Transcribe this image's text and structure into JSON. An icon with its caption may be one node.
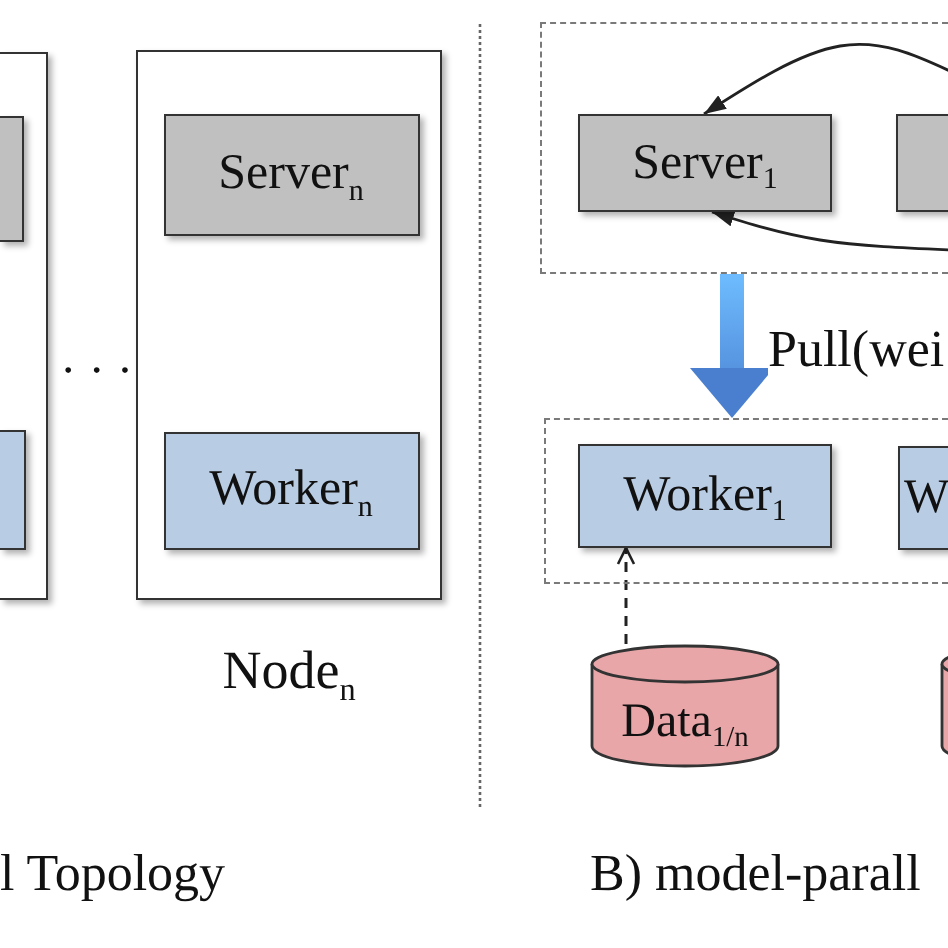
{
  "diagram": {
    "nodes": [
      {
        "text": [],
        "shape": "box"
      },
      {
        "text": [],
        "shape": "box",
        "in": 0
      },
      {
        "text": [],
        "shape": "box",
        "in": 0
      },
      {
        "text": [],
        "shape": "box",
        "beside": [
          "Node$_{n}$"
        ]
      },
      {
        "text": [
          "Server$_{n}$"
        ],
        "in": 3
      },
      {
        "text": [
          "Worker$_{n}$"
        ],
        "in": 3
      },
      {
        "text": [],
        "shape": "box"
      },
      {
        "text": [
          "Server$_{1}$"
        ],
        "in": 6
      },
      {
        "text": [],
        "shape": "box",
        "in": 6
      },
      {
        "text": [],
        "shape": "box"
      },
      {
        "text": [
          "Worker$_{1}$"
        ],
        "in": 9
      },
      {
        "text": [
          "W"
        ],
        "in": 9
      },
      {
        "text": [
          "Data$_{1/n}$"
        ]
      },
      {
        "text": [],
        "shape": "cylinder"
      }
    ],
    "edges": [
      {
        "from": null,
        "to": 7,
        "arrow": "to"
      },
      {
        "from": null,
        "to": 7,
        "arrow": "to"
      },
      {
        "from": 6,
        "to": 9,
        "arrow": "to",
        "label": "Pull(wei",
        "style": "thick",
        "color": "#4a7fd0"
      },
      {
        "from": 12,
        "to": 10,
        "arrow": "to",
        "style": "dashed"
      }
    ],
    "labels": [
      "• • •",
      "l Topology",
      "B) model-parall"
    ]
  }
}
